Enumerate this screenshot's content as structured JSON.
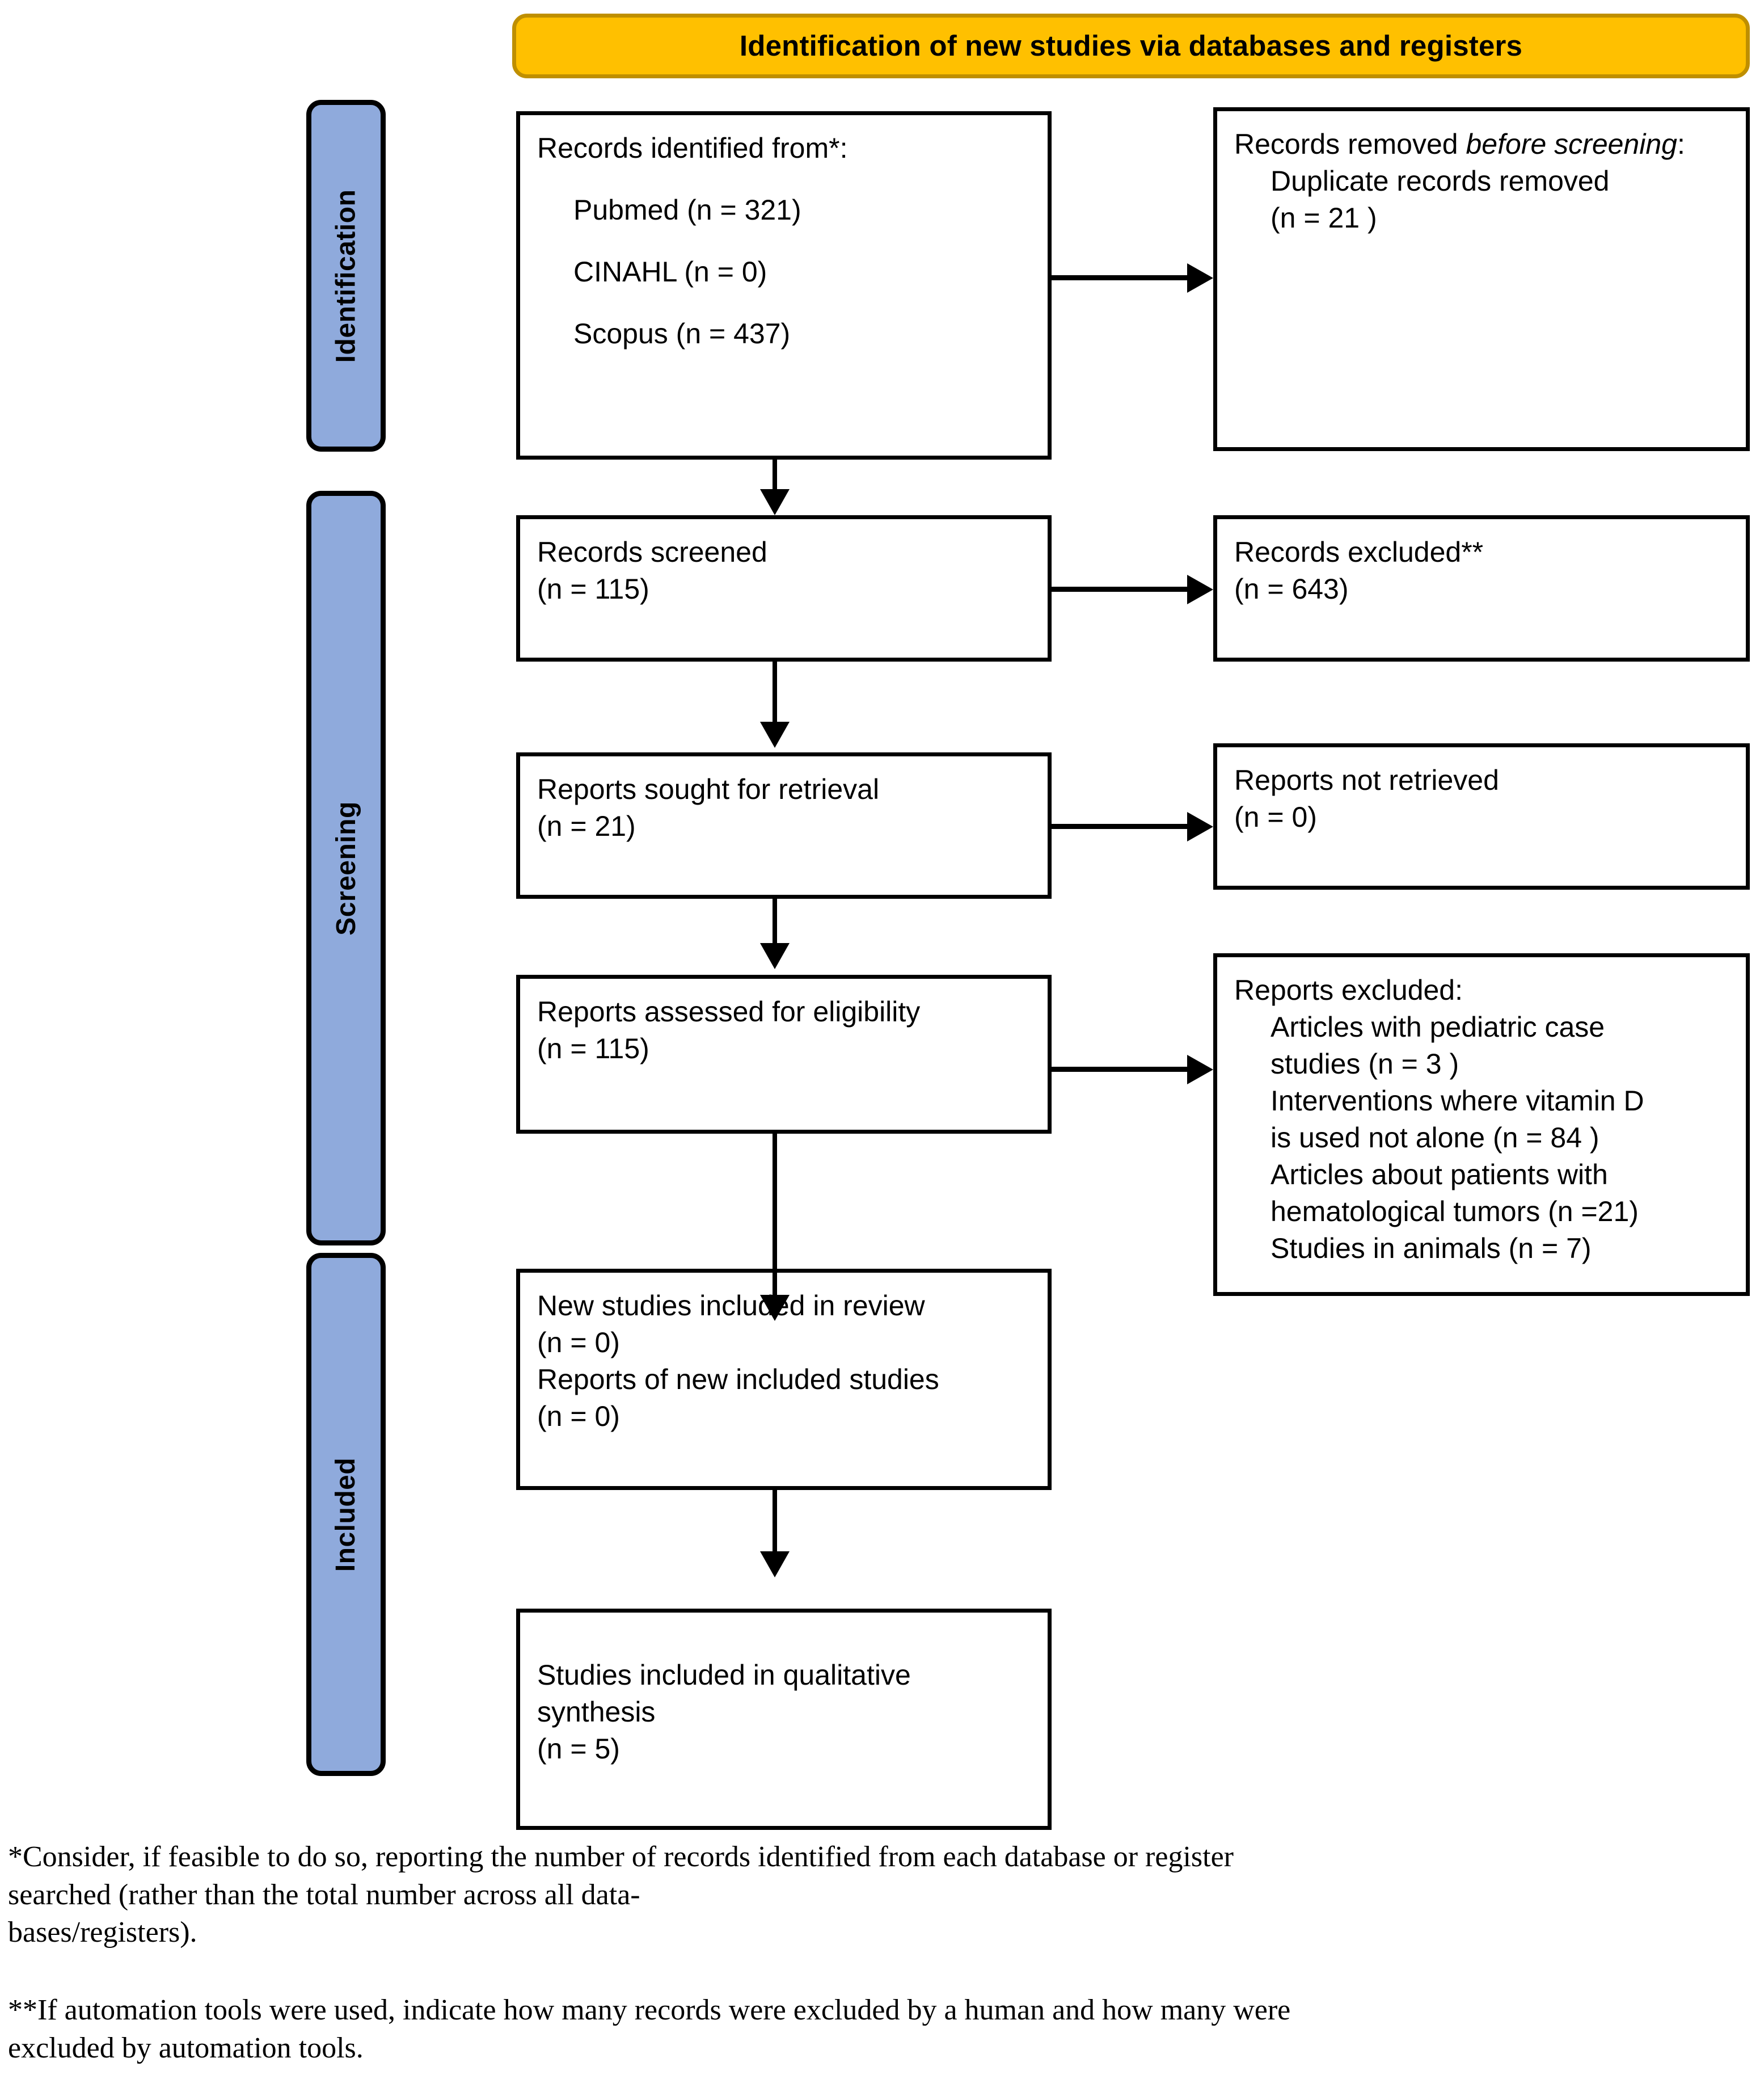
{
  "banner": {
    "title": "Identification of new studies via databases and registers"
  },
  "stages": [
    {
      "label": "Identification"
    },
    {
      "label": "Screening"
    },
    {
      "label": "Included"
    }
  ],
  "boxes": {
    "identified": {
      "title": "Records identified from*:",
      "sources": [
        "Pubmed (n = 321)",
        "CINAHL (n = 0)",
        "Scopus (n = 437)"
      ]
    },
    "removed_before_screening": {
      "title_plain": "Records removed ",
      "title_italic": "before screening",
      "title_suffix": ":",
      "detail_line1": "Duplicate records removed",
      "detail_line2": "(n = 21 )"
    },
    "records_screened": {
      "title": "Records screened",
      "count": "(n = 115)"
    },
    "records_excluded": {
      "title": "Records excluded**",
      "count": "(n = 643)"
    },
    "reports_sought": {
      "title": "Reports sought for retrieval",
      "count": "(n = 21)"
    },
    "reports_not_retrieved": {
      "title": "Reports not retrieved",
      "count": "(n = 0)"
    },
    "reports_assessed": {
      "title": "Reports assessed for eligibility",
      "count": "(n = 115)"
    },
    "reports_excluded": {
      "title": "Reports excluded:",
      "reasons": [
        "Articles with pediatric case",
        "studies (n = 3 )",
        "Interventions where vitamin D",
        "is used not alone (n = 84 )",
        "Articles about patients with",
        "hematological tumors (n =21)",
        "Studies in animals (n = 7)"
      ]
    },
    "new_studies_included": {
      "line1": "New studies included in review",
      "line2": "(n = 0)",
      "line3": "Reports of new included studies",
      "line4": "(n = 0)"
    },
    "qualitative_synthesis": {
      "line1": "Studies included in qualitative",
      "line2": "synthesis",
      "line3": "(n = 5)"
    }
  },
  "footnotes": {
    "single_asterisk": "*Consider, if feasible to do so, reporting the number of records identified from each database or register searched (rather than the total number across all data-\nbases/registers).",
    "double_asterisk": "**If automation tools were used, indicate how many records were excluded by a human and how many were excluded by automation tools."
  },
  "colors": {
    "banner_fill": "#FFC000",
    "banner_border": "#BF8F00",
    "stage_fill": "#8FAADC",
    "box_border": "#000000",
    "background": "#FFFFFF"
  }
}
